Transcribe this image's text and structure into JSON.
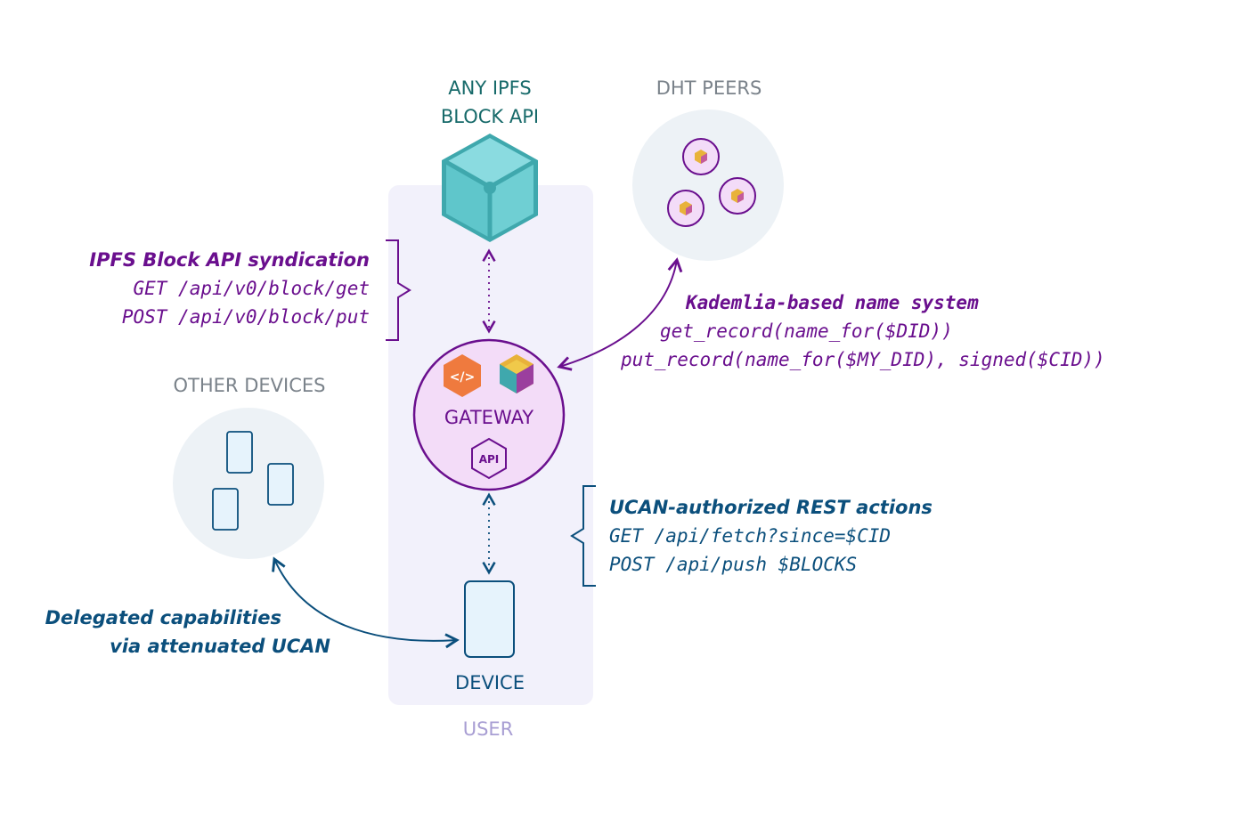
{
  "colors": {
    "purple": "#6a0f8e",
    "blue": "#0b4f7c",
    "teal": "#176a6a",
    "gray": "#7a828a",
    "user_label": "#a89ed3",
    "user_bg": "#f2f1fb",
    "peer_bg": "#edf2f6",
    "gateway_fill": "#f3dcf8",
    "device_fill": "#e6f3fc",
    "cube_light": "#6fcfd3",
    "cube_dark": "#3fa8ad"
  },
  "nodes": {
    "ipfs_api_label": [
      "ANY IPFS",
      "BLOCK API"
    ],
    "dht_peers_label": "DHT PEERS",
    "gateway_label": "GATEWAY",
    "gateway_api_badge": "API",
    "gateway_code_badge": "</>",
    "other_devices_label": "OTHER DEVICES",
    "device_label": "DEVICE",
    "user_label": "USER"
  },
  "annotations": {
    "ipfs": {
      "title": "IPFS Block API syndication",
      "lines": [
        "GET /api/v0/block/get",
        "POST /api/v0/block/put"
      ]
    },
    "kademlia": {
      "title": "Kademlia-based name system",
      "lines": [
        "get_record(name_for($DID))",
        "put_record(name_for($MY_DID), signed($CID))"
      ]
    },
    "ucan_rest": {
      "title": "UCAN-authorized REST actions",
      "lines": [
        "GET /api/fetch?since=$CID",
        "POST /api/push $BLOCKS"
      ]
    },
    "delegated": {
      "lines": [
        "Delegated capabilities",
        "via attenuated UCAN"
      ]
    }
  }
}
